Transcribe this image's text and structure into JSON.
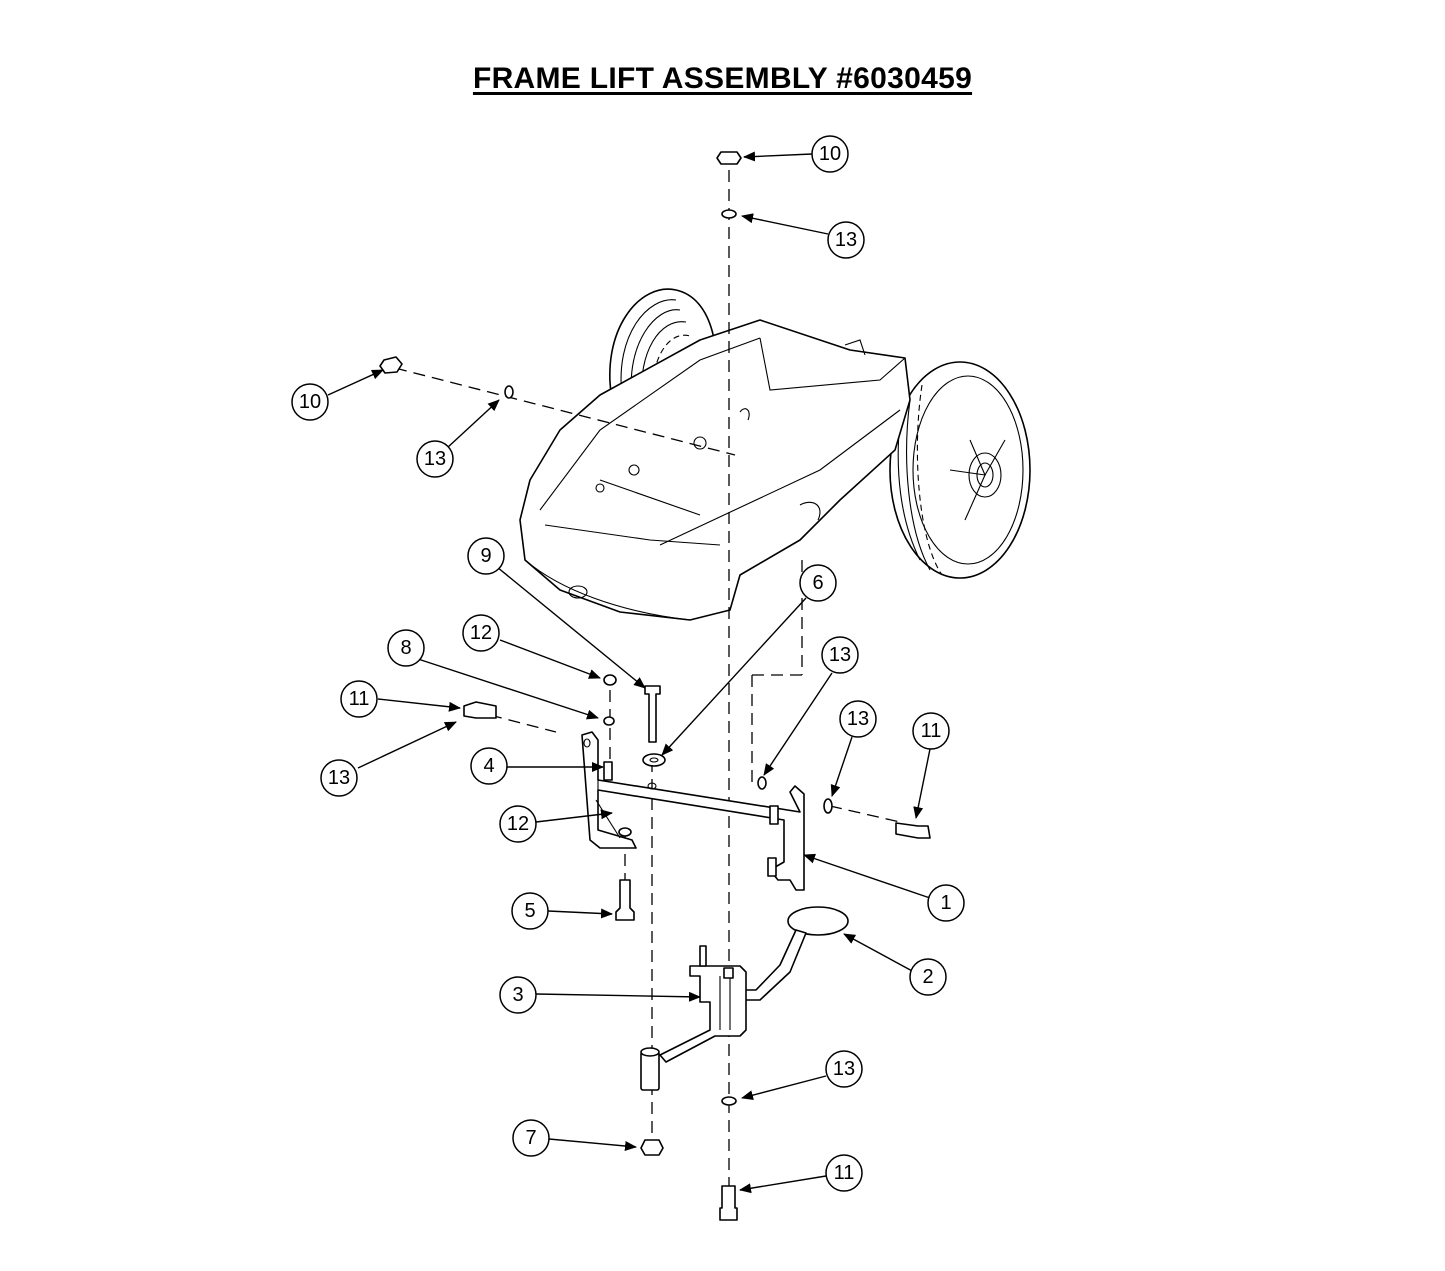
{
  "title": "FRAME LIFT ASSEMBLY #6030459",
  "callouts": [
    {
      "id": "c-10-top",
      "label": "10"
    },
    {
      "id": "c-13-top",
      "label": "13"
    },
    {
      "id": "c-10-left",
      "label": "10"
    },
    {
      "id": "c-13-left",
      "label": "13"
    },
    {
      "id": "c-9",
      "label": "9"
    },
    {
      "id": "c-6",
      "label": "6"
    },
    {
      "id": "c-12-a",
      "label": "12"
    },
    {
      "id": "c-8",
      "label": "8"
    },
    {
      "id": "c-11-left",
      "label": "11"
    },
    {
      "id": "c-13-mid-left",
      "label": "13"
    },
    {
      "id": "c-4",
      "label": "4"
    },
    {
      "id": "c-12-b",
      "label": "12"
    },
    {
      "id": "c-13-mid-right-a",
      "label": "13"
    },
    {
      "id": "c-13-mid-right-b",
      "label": "13"
    },
    {
      "id": "c-11-right",
      "label": "11"
    },
    {
      "id": "c-1",
      "label": "1"
    },
    {
      "id": "c-5",
      "label": "5"
    },
    {
      "id": "c-2",
      "label": "2"
    },
    {
      "id": "c-3",
      "label": "3"
    },
    {
      "id": "c-13-bottom",
      "label": "13"
    },
    {
      "id": "c-7",
      "label": "7"
    },
    {
      "id": "c-11-bottom",
      "label": "11"
    }
  ]
}
